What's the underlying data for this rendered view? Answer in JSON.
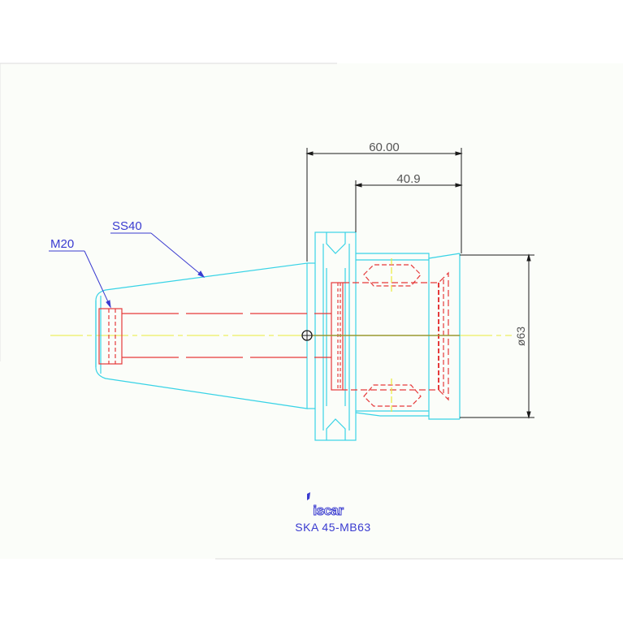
{
  "drawing": {
    "dimensions": {
      "overall_length": "60.00",
      "body_length": "40.9",
      "diameter": "ø63"
    },
    "callouts": {
      "shank": "SS40",
      "thread": "M20"
    },
    "brand": {
      "logo_text": "iscar"
    },
    "part_number": "SKA 45-MB63"
  },
  "colors": {
    "paper": "#fbfdf9",
    "outline_cyan": "#38d3e6",
    "hidden_red": "#e5393a",
    "dimension_black": "#1b1b1b",
    "callout_blue": "#3a3bd0",
    "centerline_yellow": "#eaea3a",
    "center_olive": "#9a9a30"
  }
}
